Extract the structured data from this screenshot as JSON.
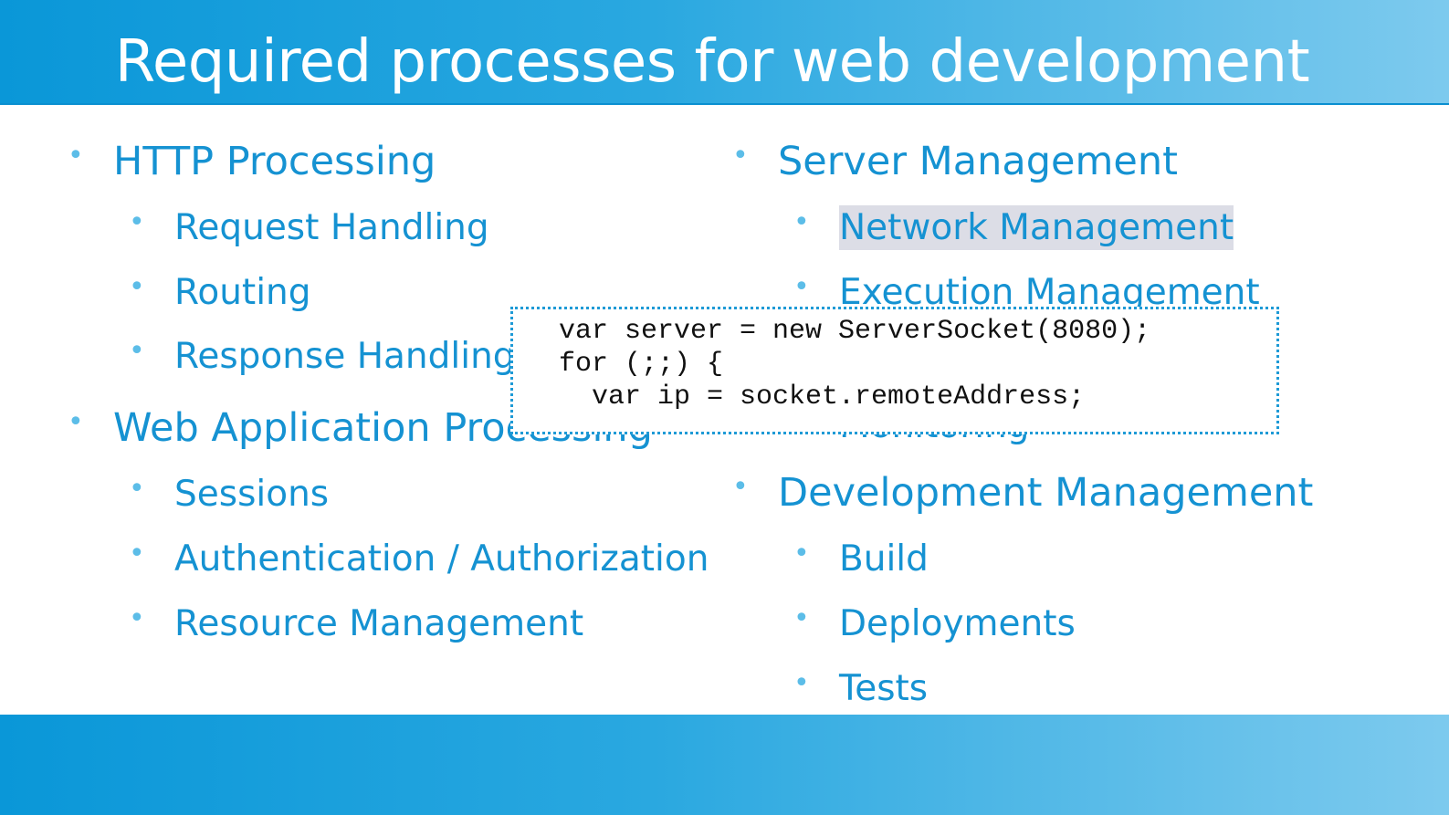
{
  "slide": {
    "title": "Required processes for web development"
  },
  "left_column": [
    {
      "label": "HTTP Processing",
      "children": [
        "Request Handling",
        "Routing",
        "Response Handling"
      ]
    },
    {
      "label": "Web Application Processing",
      "children": [
        "Sessions",
        "Authentication / Authorization",
        "Resource Management"
      ]
    }
  ],
  "right_column": [
    {
      "label": "Server Management",
      "children": [
        "Network Management",
        "Execution Management",
        "Monitoring"
      ]
    },
    {
      "label": "Development Management",
      "children": [
        "Build",
        "Deployments",
        "Tests"
      ]
    }
  ],
  "code_overlay": {
    "lines": [
      "var server = new ServerSocket(8080);",
      "for (;;) {",
      "  var ip = socket.remoteAddress;"
    ]
  },
  "colors": {
    "accent": "#1592d2",
    "header_gradient_start": "#0a97d8",
    "header_gradient_end": "#7dcaee",
    "highlight": "#dcdde6"
  },
  "icons": {
    "bullet": "bullet-dot-icon"
  }
}
